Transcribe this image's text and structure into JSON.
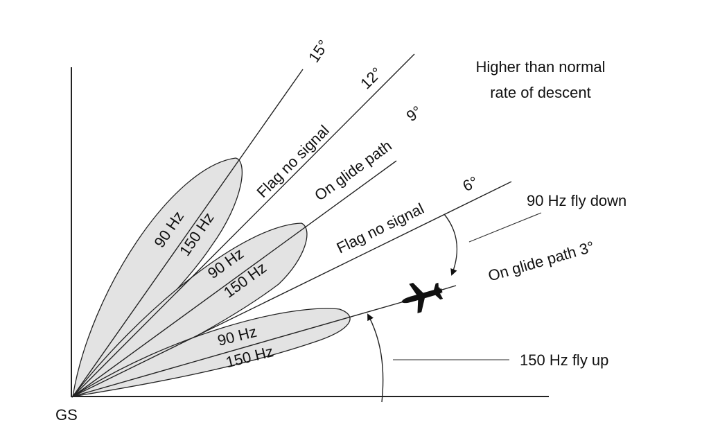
{
  "labels": {
    "station": "GS",
    "angle_15": "15°",
    "angle_12": "12°",
    "angle_9": "9°",
    "angle_6": "6°",
    "flag_upper": "Flag no signal",
    "flag_lower": "Flag no signal",
    "on_glide_path_9": "On glide path",
    "on_glide_path_3": "On glide path 3°",
    "higher_line1": "Higher than normal",
    "higher_line2": "rate of descent",
    "fly_down": "90 Hz fly down",
    "fly_up": "150 Hz fly up"
  },
  "lobes": [
    {
      "upper": "90 Hz",
      "lower": "150 Hz"
    },
    {
      "upper": "90 Hz",
      "lower": "150 Hz"
    },
    {
      "upper": "90 Hz",
      "lower": "150 Hz"
    }
  ],
  "colors": {
    "lobe_fill": "#e3e3e3",
    "ink": "#111111"
  }
}
